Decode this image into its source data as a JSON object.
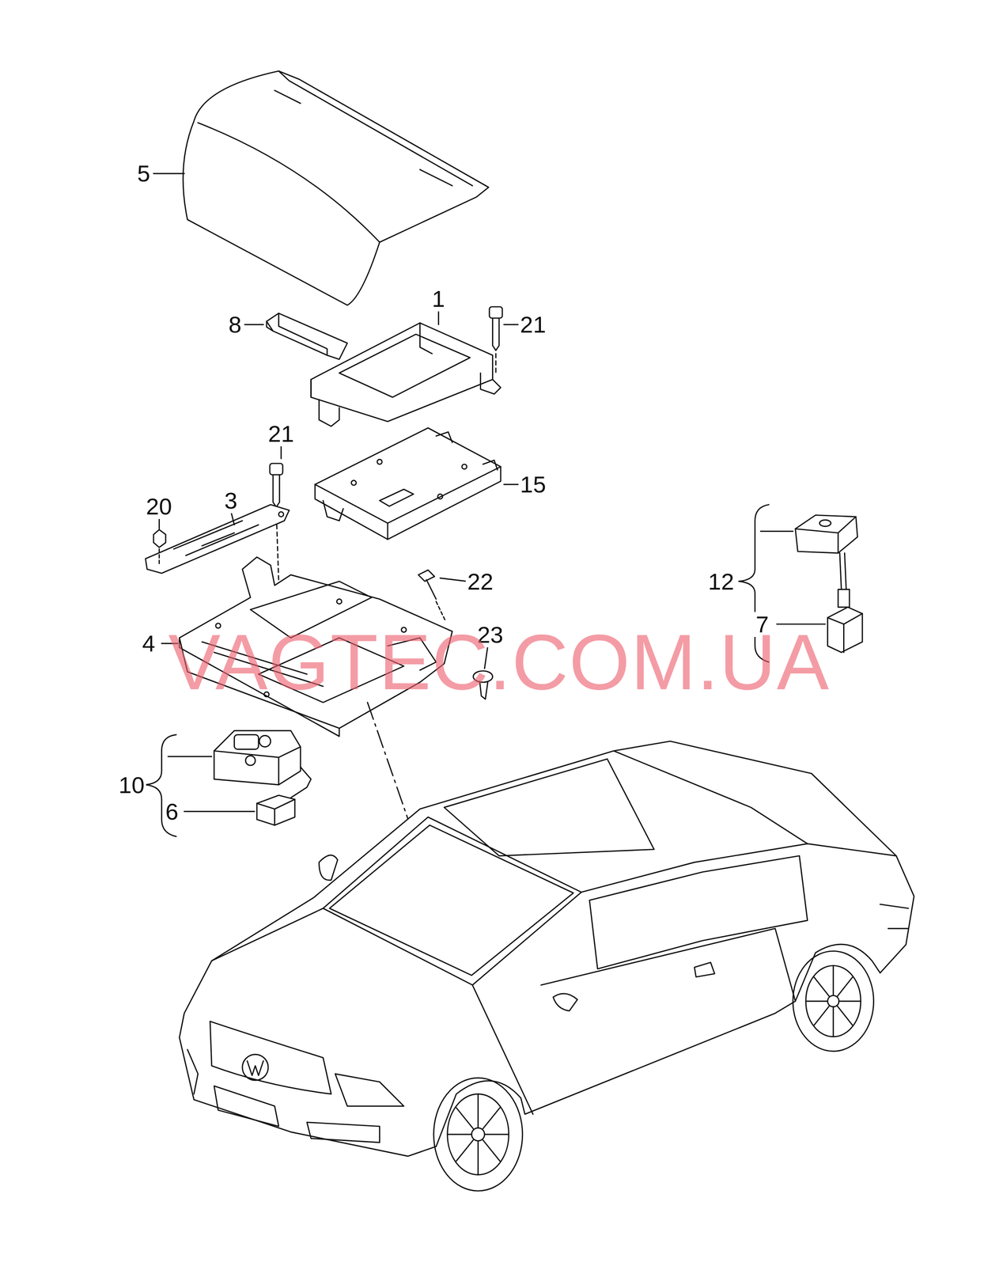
{
  "diagram": {
    "labels": [
      "5",
      "8",
      "1",
      "21",
      "21",
      "20",
      "3",
      "15",
      "22",
      "23",
      "12",
      "4",
      "7",
      "10",
      "6",
      "VAGTEC.COM.UA"
    ]
  }
}
